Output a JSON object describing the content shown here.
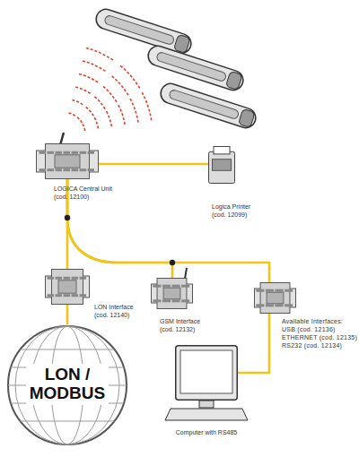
{
  "diagram": {
    "nodes": [
      {
        "text": [
          "LOGICA Central Unit (cod. 12100)"
        ]
      },
      {
        "text": [
          "Logica Printer (cod. 12099)"
        ]
      },
      {
        "text": [
          "LON Interface (cod. 12140)"
        ]
      },
      {
        "text": [
          "GSM Interface (cod. 12132)"
        ]
      },
      {
        "text": [
          "Available Interfaces: USB (cod. 12136) ETHERNET (cod. 12135) RS232 (cod. 12134)"
        ]
      },
      {
        "text": [
          "Computer with RS485"
        ]
      },
      {
        "text": [
          "LON / MODBUS"
        ]
      }
    ],
    "edges": [
      {
        "from": 0,
        "to": 1,
        "arrow": "none"
      },
      {
        "from": 0,
        "to": 2,
        "arrow": "none"
      },
      {
        "from": 0,
        "to": 3,
        "arrow": "none"
      },
      {
        "from": 0,
        "to": 4,
        "arrow": "none"
      },
      {
        "from": 4,
        "to": 5,
        "arrow": "none"
      },
      {
        "from": 2,
        "to": 6,
        "arrow": "none"
      }
    ]
  }
}
